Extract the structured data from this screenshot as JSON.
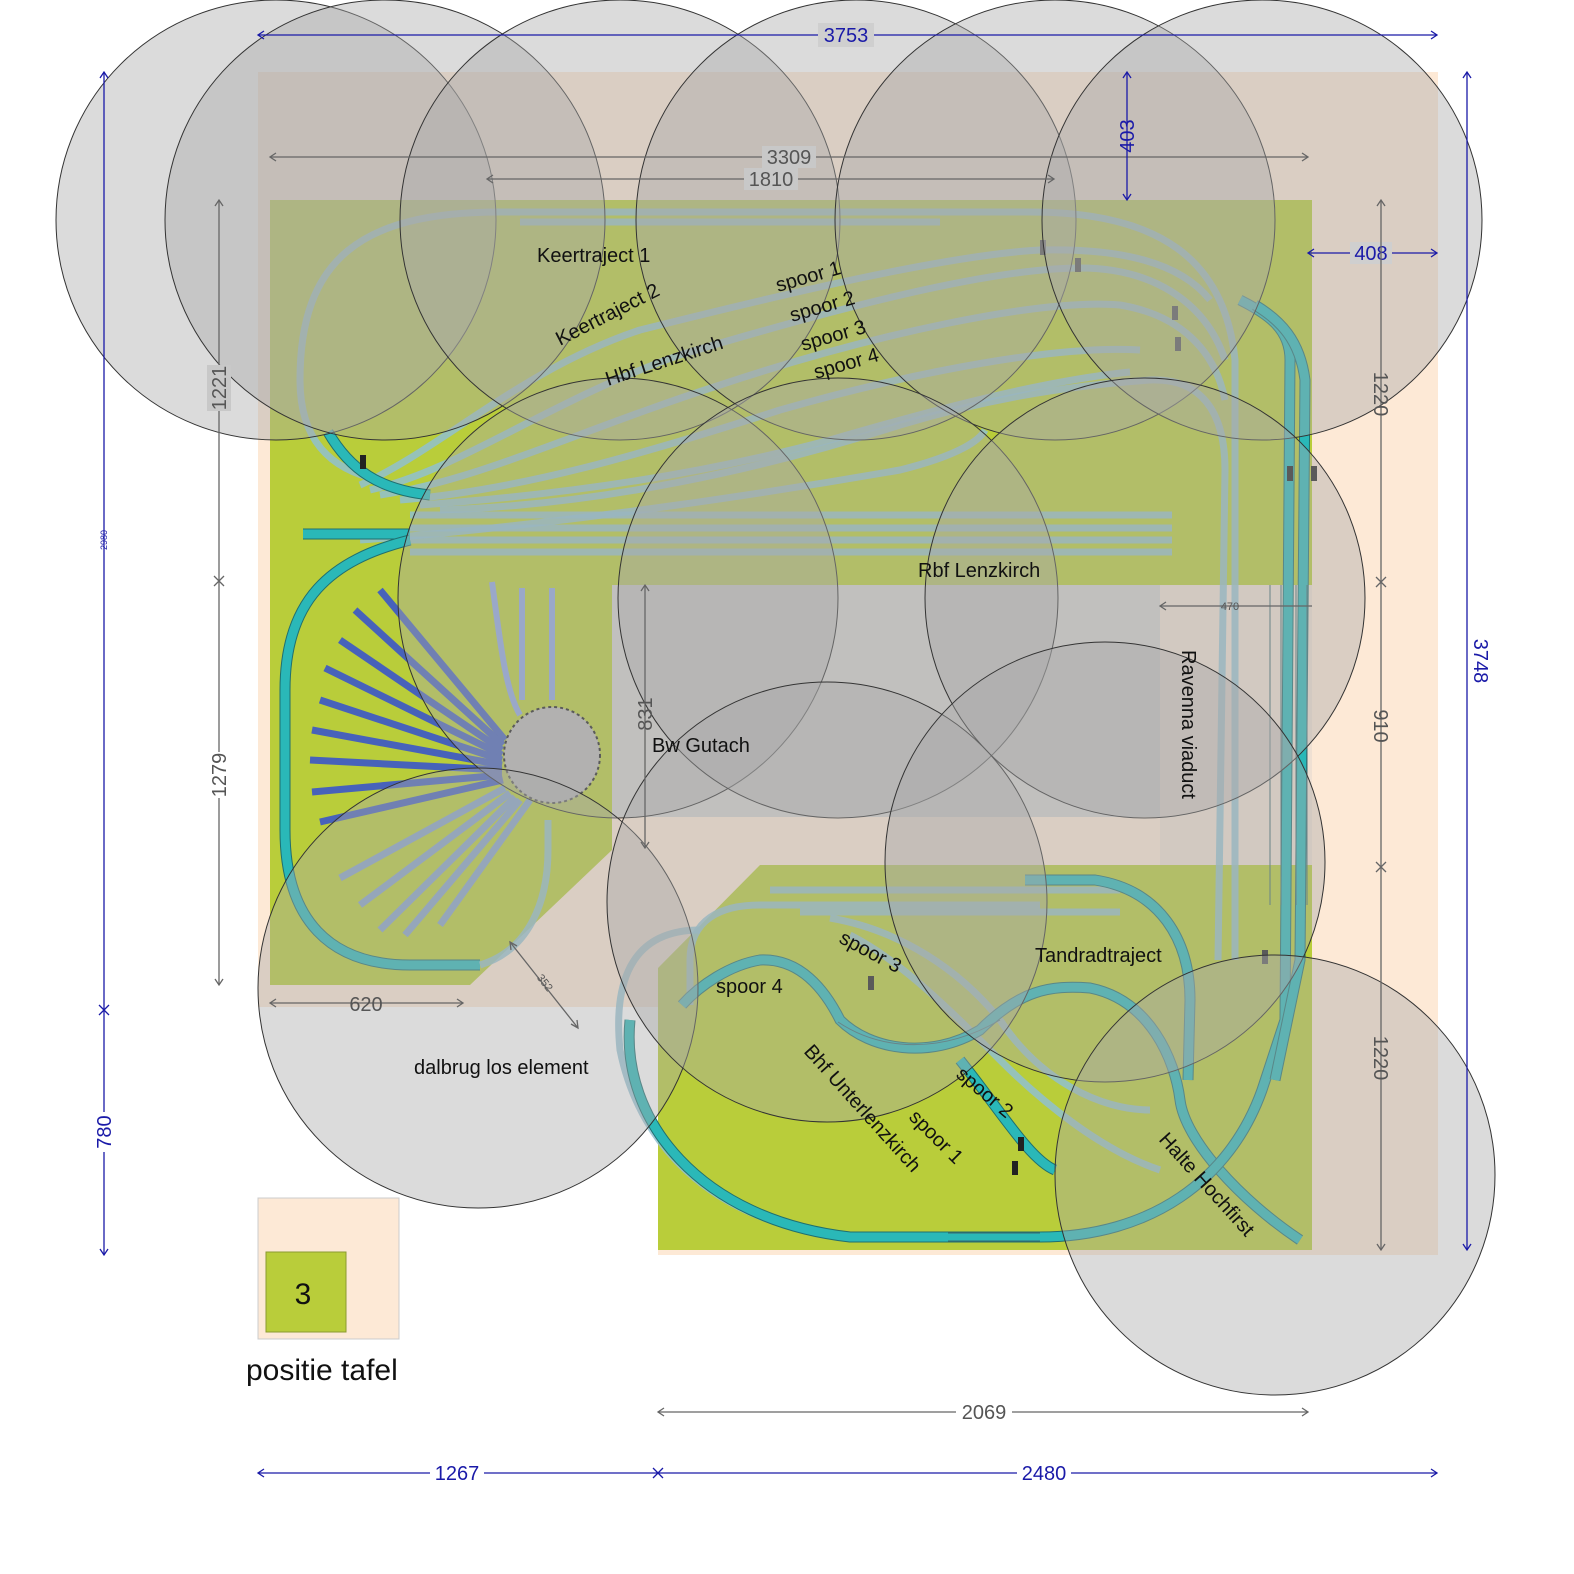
{
  "labels": {
    "keertraject1": "Keertraject 1",
    "keertraject2": "Keertraject 2",
    "hbf": "Hbf Lenzkirch",
    "spoor1_top": "spoor 1",
    "spoor2_top": "spoor 2",
    "spoor3_top": "spoor 3",
    "spoor4_top": "spoor 4",
    "rbf": "Rbf Lenzkirch",
    "bw": "Bw Gutach",
    "viaduct": "Ravenna viaduct",
    "tandrad": "Tandradtraject",
    "spoor4_bot": "spoor 4",
    "spoor3_bot": "spoor 3",
    "spoor2_bot": "spoor 2",
    "spoor1_bot": "spoor 1",
    "bhf": "Bhf Unterlenzkirch",
    "halte": "Halte Hochfirst",
    "dalbrug": "dalbrug los element",
    "positie": "positie tafel",
    "tafel_number": "3"
  },
  "dimensions": {
    "top_blue": "3753",
    "top_3309": "3309",
    "top_1810": "1810",
    "vert_403": "403",
    "horiz_408": "408",
    "right_3748": "3748",
    "right_1220_top": "1220",
    "right_910": "910",
    "right_1220_bot": "1220",
    "left_1221": "1221",
    "left_1279": "1279",
    "left_2980": "2980",
    "left_780": "780",
    "dim_620": "620",
    "dim_352": "352",
    "dim_831": "831",
    "dim_470": "470",
    "bottom_2069": "2069",
    "bottom_1267": "1267",
    "bottom_2480": "2480"
  },
  "colors": {
    "board_peach": "#fde9d6",
    "board_green": "#b9cd3a",
    "gray_area": "#d3d0cd",
    "track_light": "#8fbfd0",
    "track_cyan": "#2ab8b8",
    "dim_blue": "#1a1aa8"
  }
}
